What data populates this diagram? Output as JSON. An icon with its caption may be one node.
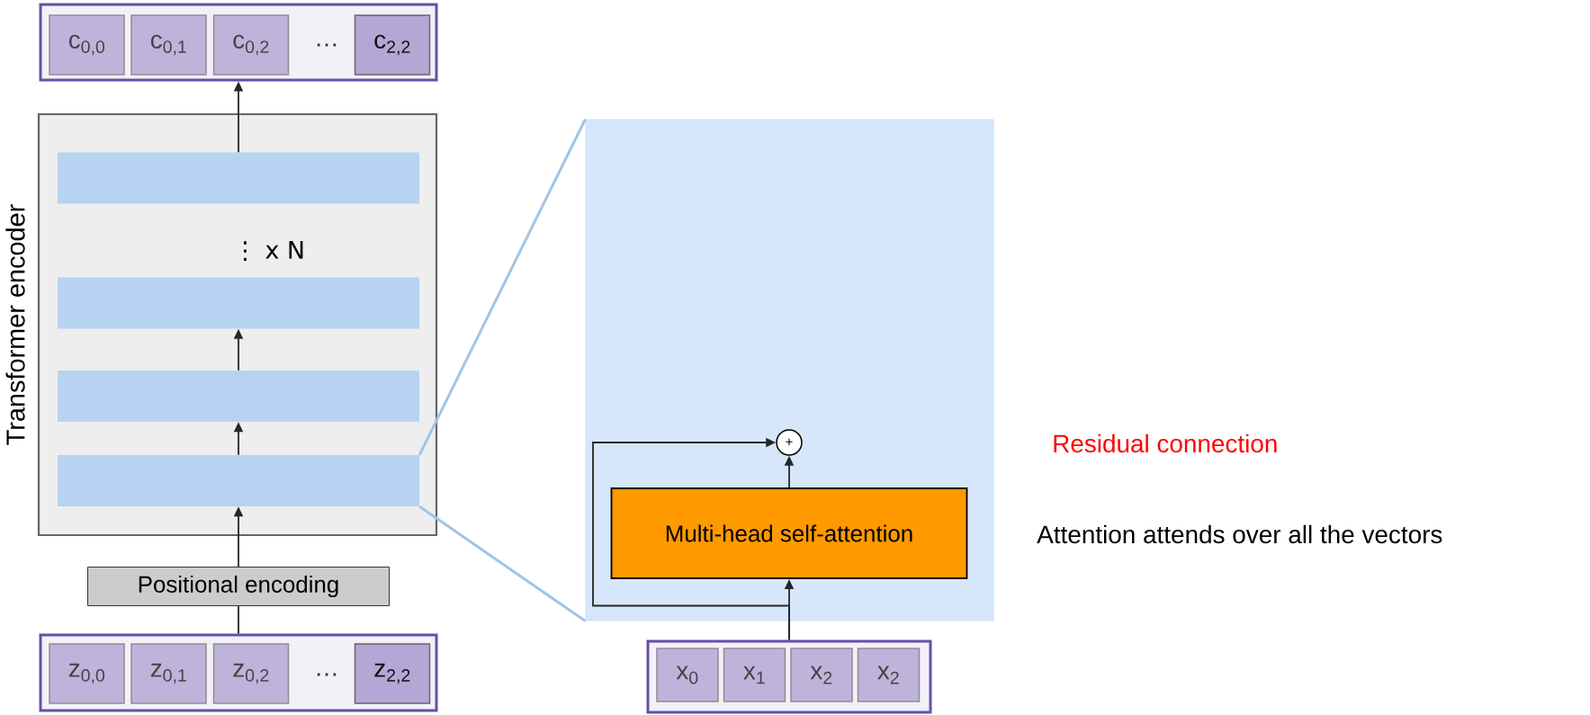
{
  "diagram": {
    "nodes": [
      {
        "text": [
          "…"
        ]
      },
      {
        "text": [
          "c$_{0,0}$"
        ],
        "in": 0
      },
      {
        "text": [
          "c$_{0,1}$"
        ],
        "in": 0
      },
      {
        "text": [
          "c$_{0,2}$"
        ],
        "in": 0
      },
      {
        "text": [
          "c$_{2,2}$"
        ],
        "in": 0
      },
      {
        "text": [
          "Transformer encoder",
          "⋮ x N"
        ]
      },
      {
        "text": [],
        "shape": "bar",
        "in": 5
      },
      {
        "text": [],
        "shape": "bar",
        "in": 5
      },
      {
        "text": [],
        "shape": "bar",
        "in": 5
      },
      {
        "text": [],
        "shape": "bar",
        "in": 5
      },
      {
        "text": [
          "Positional encoding"
        ]
      },
      {
        "text": [
          "…"
        ]
      },
      {
        "text": [
          "z$_{0,0}$"
        ],
        "in": 11
      },
      {
        "text": [
          "z$_{0,1}$"
        ],
        "in": 11
      },
      {
        "text": [
          "z$_{0,2}$"
        ],
        "in": 11
      },
      {
        "text": [
          "z$_{2,2}$"
        ],
        "in": 11
      },
      {
        "text": [],
        "shape": "box"
      },
      {
        "text": [
          "+"
        ],
        "in": 16
      },
      {
        "text": [
          "Multi-head self-attention"
        ],
        "in": 16
      },
      {
        "text": [],
        "shape": "box"
      },
      {
        "text": [
          "x$_{0}$"
        ],
        "in": 19
      },
      {
        "text": [
          "x$_{1}$"
        ],
        "in": 19
      },
      {
        "text": [
          "x$_{2}$"
        ],
        "in": 19
      },
      {
        "text": [
          "x$_{2}$"
        ],
        "in": 19
      }
    ],
    "edges": [
      {
        "from": 11,
        "to": 10,
        "arrow": "none"
      },
      {
        "from": 10,
        "to": 9,
        "arrow": "to"
      },
      {
        "from": 9,
        "to": 8,
        "arrow": "to"
      },
      {
        "from": 8,
        "to": 7,
        "arrow": "to"
      },
      {
        "from": 6,
        "to": 0,
        "arrow": "to"
      },
      {
        "from": 9,
        "to": 16,
        "arrow": "none",
        "color": "#9fc5e8"
      },
      {
        "from": 9,
        "to": 16,
        "arrow": "none",
        "color": "#9fc5e8"
      },
      {
        "from": 19,
        "to": 18,
        "arrow": "to"
      },
      {
        "from": 19,
        "to": 17,
        "arrow": "to"
      },
      {
        "from": 18,
        "to": 17,
        "arrow": "to"
      }
    ],
    "labels": [
      "Residual connection",
      "Attention attends over all the vectors"
    ]
  }
}
